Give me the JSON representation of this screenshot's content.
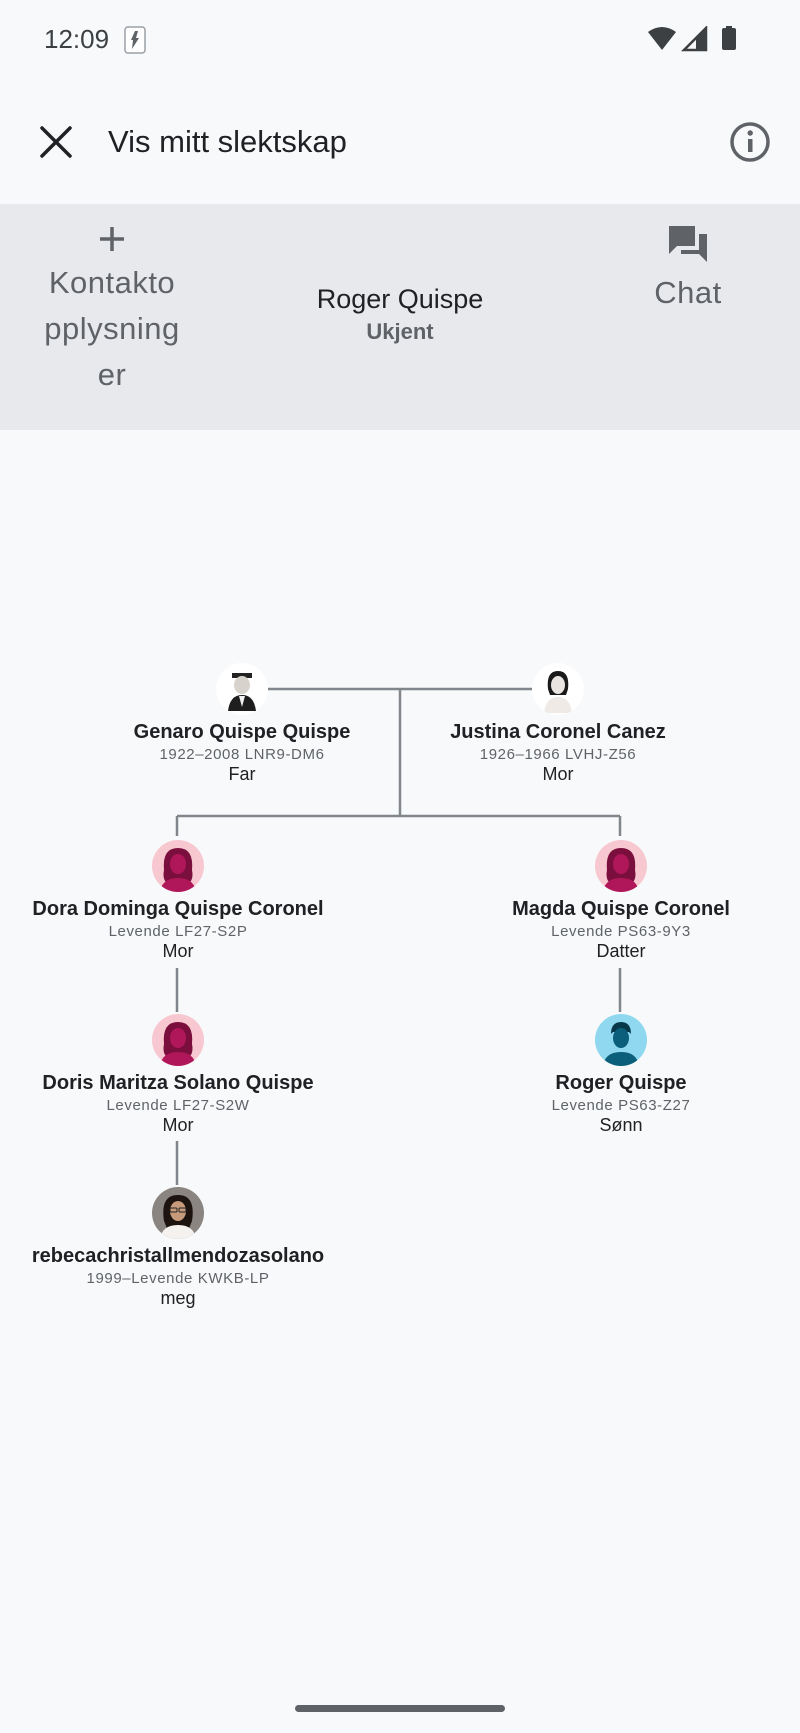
{
  "status_bar": {
    "time": "12:09"
  },
  "app_bar": {
    "title": "Vis mitt slektskap"
  },
  "header": {
    "contact_label": "Kontakto pplysning er",
    "chat_label": "Chat",
    "profile_name": "Roger Quispe",
    "profile_status": "Ukjent"
  },
  "tree": {
    "grandfather": {
      "name": "Genaro Quispe Quispe",
      "meta": "1922–2008   LNR9-DM6",
      "relation": "Far"
    },
    "grandmother": {
      "name": "Justina Coronel Canez",
      "meta": "1926–1966   LVHJ-Z56",
      "relation": "Mor"
    },
    "dora": {
      "name": "Dora Dominga Quispe Coronel",
      "meta": "Levende   LF27-S2P",
      "relation": "Mor"
    },
    "magda": {
      "name": "Magda Quispe Coronel",
      "meta": "Levende   PS63-9Y3",
      "relation": "Datter"
    },
    "doris": {
      "name": "Doris Maritza Solano Quispe",
      "meta": "Levende   LF27-S2W",
      "relation": "Mor"
    },
    "roger": {
      "name": "Roger Quispe",
      "meta": "Levende   PS63-Z27",
      "relation": "Sønn"
    },
    "me": {
      "name": "rebecachristallmendozasolano",
      "meta": "1999–Levende   KWKB-LP",
      "relation": "meg"
    }
  },
  "colors": {
    "female_avatar_bg": "#f8c8d0",
    "female_avatar_fg": "#b0175a",
    "male_avatar_bg": "#8fd8ef",
    "male_avatar_fg": "#0b5f7a",
    "line": "#80868b",
    "header_bg": "#e8e9ec"
  }
}
